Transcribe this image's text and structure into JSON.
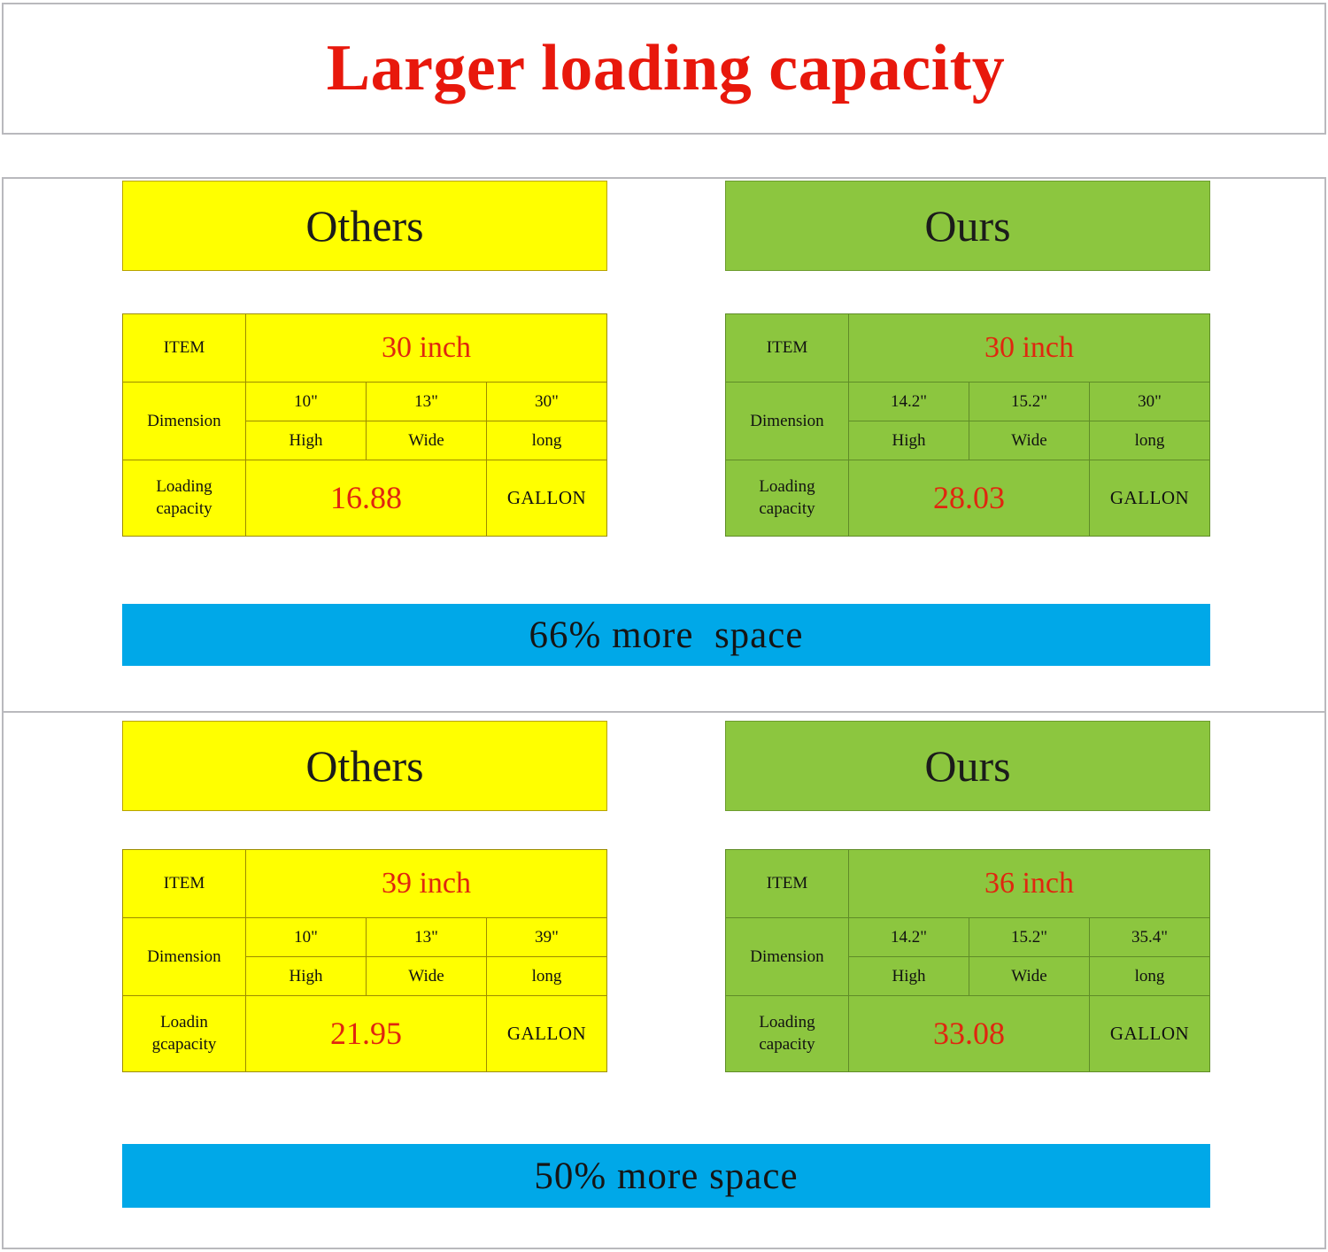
{
  "title": "Larger loading capacity",
  "colors": {
    "title_red": "#e8180c",
    "value_red": "#e0260f",
    "others_yellow": "#ffff00",
    "ours_green": "#8cc63f",
    "banner_blue": "#00a8e8",
    "frame_gray": "#b9b9bd"
  },
  "labels": {
    "item": "ITEM",
    "dimension": "Dimension",
    "gallon": "GALLON",
    "high": "High",
    "wide": "Wide",
    "long": "long"
  },
  "sections": [
    {
      "others": {
        "heading": "Others",
        "item_label": "ITEM",
        "item_value": "30 inch",
        "dimension_label": "Dimension",
        "dims": [
          "10\"",
          "13\"",
          "30\""
        ],
        "dim_names": [
          "High",
          "Wide",
          "long"
        ],
        "capacity_label_line1": "Loading",
        "capacity_label_line2": "capacity",
        "capacity_value": "16.88",
        "capacity_unit": "GALLON"
      },
      "ours": {
        "heading": "Ours",
        "item_label": "ITEM",
        "item_value": "30 inch",
        "dimension_label": "Dimension",
        "dims": [
          "14.2\"",
          "15.2\"",
          "30\""
        ],
        "dim_names": [
          "High",
          "Wide",
          "long"
        ],
        "capacity_label_line1": "Loading",
        "capacity_label_line2": "capacity",
        "capacity_value": "28.03",
        "capacity_unit": "GALLON"
      },
      "banner": "66% more  space"
    },
    {
      "others": {
        "heading": "Others",
        "item_label": "ITEM",
        "item_value": "39 inch",
        "dimension_label": "Dimension",
        "dims": [
          "10\"",
          "13\"",
          "39\""
        ],
        "dim_names": [
          "High",
          "Wide",
          "long"
        ],
        "capacity_label_line1": "Loadin",
        "capacity_label_line2": "gcapacity",
        "capacity_value": "21.95",
        "capacity_unit": "GALLON"
      },
      "ours": {
        "heading": "Ours",
        "item_label": "ITEM",
        "item_value": "36 inch",
        "dimension_label": "Dimension",
        "dims": [
          "14.2\"",
          "15.2\"",
          "35.4\""
        ],
        "dim_names": [
          "High",
          "Wide",
          "long"
        ],
        "capacity_label_line1": "Loading",
        "capacity_label_line2": "capacity",
        "capacity_value": "33.08",
        "capacity_unit": "GALLON"
      },
      "banner": "50% more space"
    }
  ]
}
